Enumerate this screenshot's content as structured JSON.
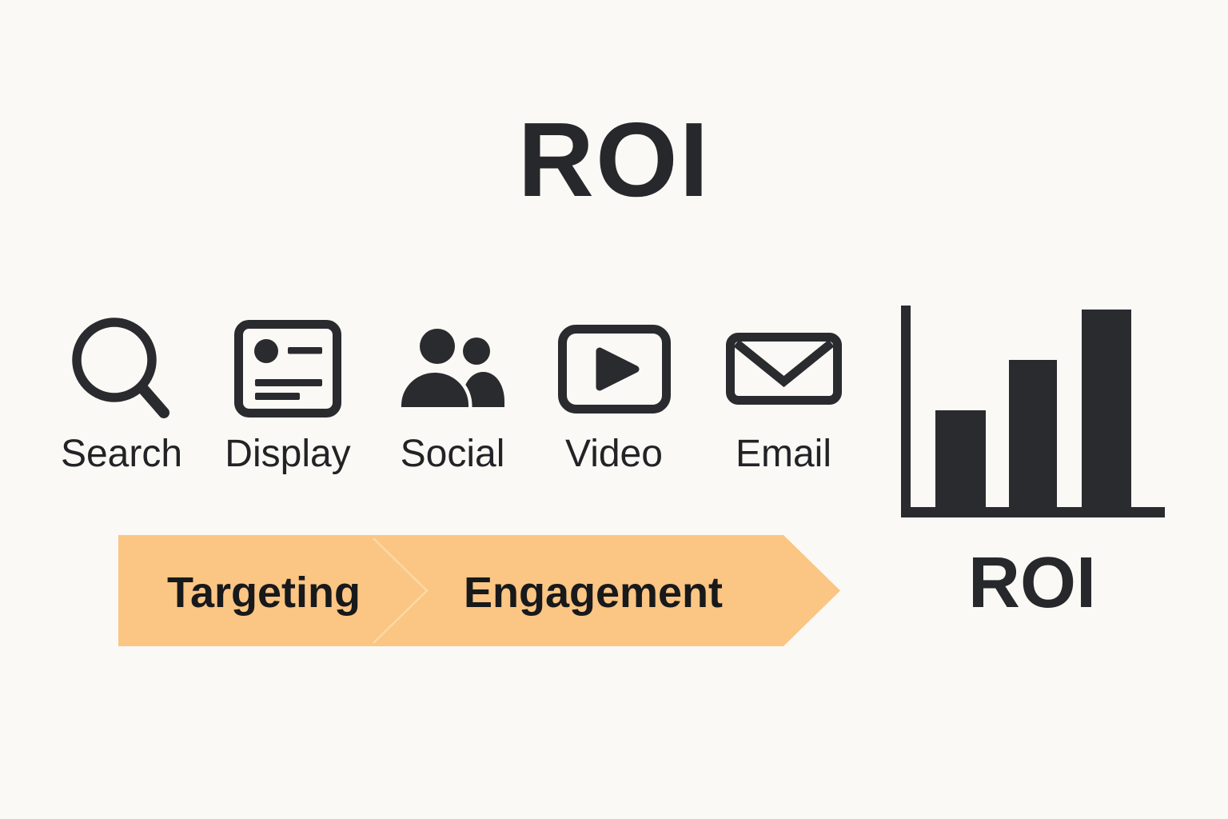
{
  "colors": {
    "background": "#FBF9F5",
    "ink": "#2A2B2E",
    "arrow_fill": "#FBC583",
    "arrow_divider": "#FCD9A4"
  },
  "title": "ROI",
  "channels": [
    {
      "label": "Search",
      "icon": "search-icon"
    },
    {
      "label": "Display",
      "icon": "display-ad-icon"
    },
    {
      "label": "Social",
      "icon": "social-people-icon"
    },
    {
      "label": "Video",
      "icon": "video-play-icon"
    },
    {
      "label": "Email",
      "icon": "email-envelope-icon"
    }
  ],
  "funnel_stages": [
    {
      "label": "Targeting"
    },
    {
      "label": "Engagement"
    }
  ],
  "outcome": {
    "label": "ROI",
    "icon": "bar-chart-icon",
    "bar_heights_relative": [
      0.48,
      0.73,
      0.98
    ]
  }
}
